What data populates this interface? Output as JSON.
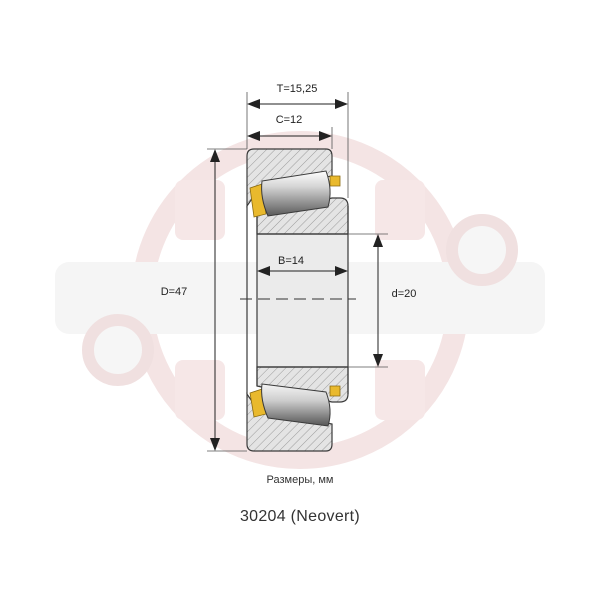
{
  "dimensions": {
    "T": "T=15,25",
    "C": "C=12",
    "B": "B=14",
    "D": "D=47",
    "d": "d=20"
  },
  "units_caption": "Размеры, мм",
  "part_number": "30204 (Neovert)",
  "colors": {
    "watermark": "#f6e7e7",
    "watermark_bar": "#f5f5f5",
    "steel_face": "#ebebeb",
    "roller_light": "#f2f2f2",
    "roller_dark": "#5a5a5a",
    "cage": "#e9b92d",
    "outline": "#3a3a3a"
  }
}
